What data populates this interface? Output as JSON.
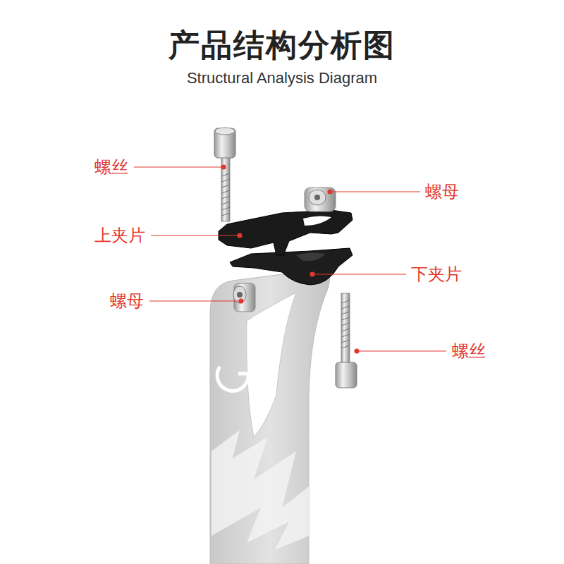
{
  "diagram": {
    "title": "产品结构分析图",
    "labels": [
      "Structural Analysis Diagram",
      "螺丝",
      "螺母",
      "上夹片",
      "下夹片",
      "螺母",
      "螺丝"
    ]
  }
}
